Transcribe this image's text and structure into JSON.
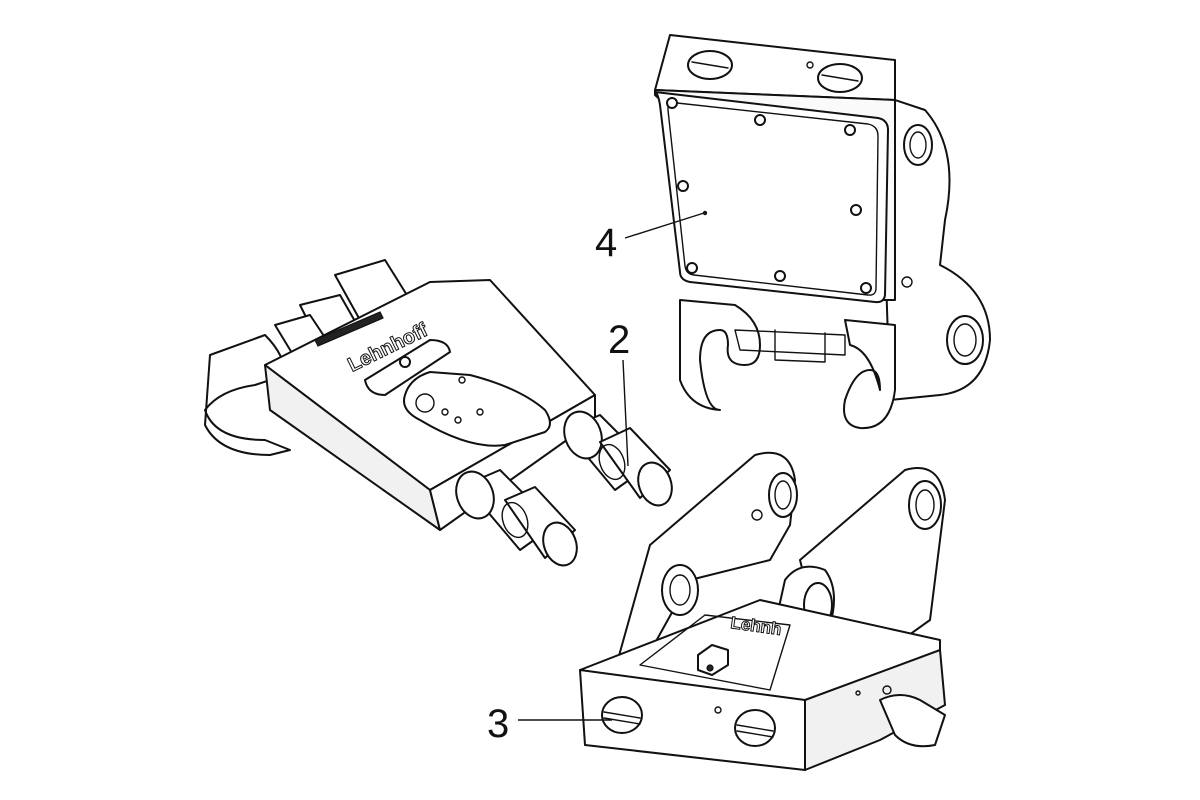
{
  "callouts": [
    {
      "label": "4"
    },
    {
      "label": "2"
    },
    {
      "label": "3"
    }
  ],
  "brand_marks": {
    "left_part": "Lehnhoff",
    "bottom_part": "Lehnh"
  }
}
